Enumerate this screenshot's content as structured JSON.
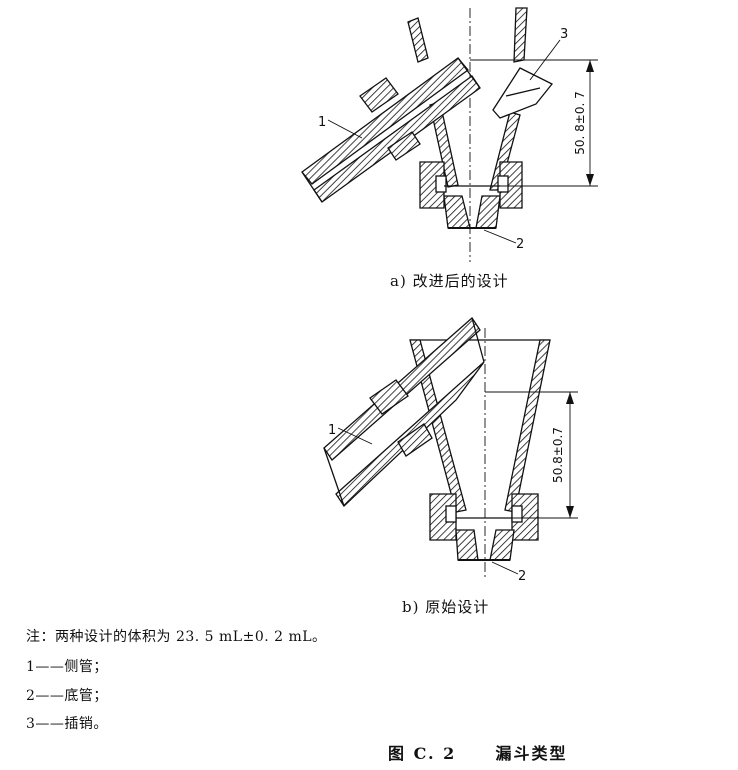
{
  "figure_a": {
    "caption": "a) 改进后的设计",
    "dimension": "50. 8±0. 7",
    "labels": [
      "1",
      "2",
      "3"
    ]
  },
  "figure_b": {
    "caption": "b) 原始设计",
    "dimension": "50.8±0.7",
    "labels": [
      "1",
      "2"
    ]
  },
  "notes": {
    "volume": "注：两种设计的体积为 23. 5 mL±0. 2 mL。",
    "legend": [
      "1——侧管；",
      "2——底管；",
      "3——插销。"
    ]
  },
  "figure_title": {
    "number": "图 C. 2",
    "name": "漏斗类型"
  }
}
